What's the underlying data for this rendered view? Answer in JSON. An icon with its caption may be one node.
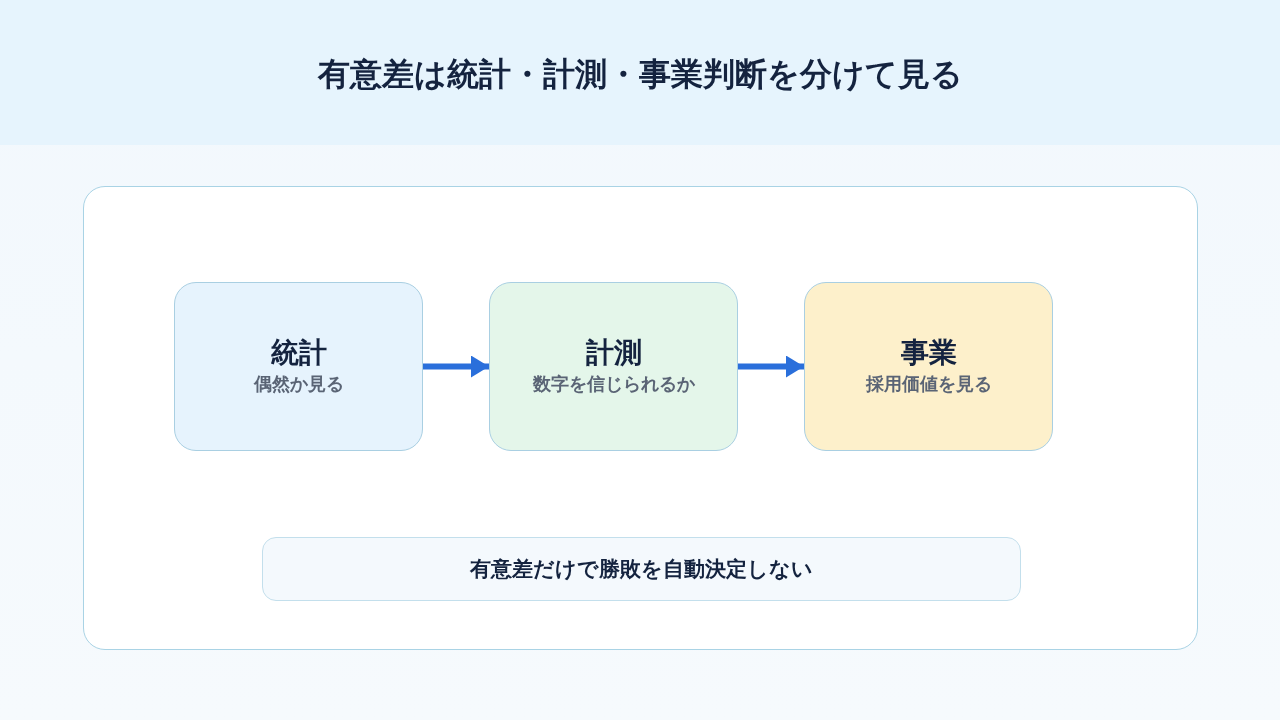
{
  "diagram": {
    "title": "有意差は統計・計測・事業判断を分けて見る",
    "nodes": [
      {
        "text": [],
        "shape": "box"
      },
      {
        "text": [
          "統計",
          "偶然か見る"
        ],
        "in": 0
      },
      {
        "text": [
          "計測",
          "数字を信じられるか"
        ],
        "in": 0
      },
      {
        "text": [
          "事業",
          "採用価値を見る"
        ],
        "in": 0
      },
      {
        "text": [
          "有意差だけで勝敗を自動決定しない"
        ],
        "in": 0
      }
    ],
    "edges": [
      {
        "from": 1,
        "to": 2,
        "arrow": "to"
      },
      {
        "from": 2,
        "to": 3,
        "arrow": "to"
      }
    ]
  }
}
